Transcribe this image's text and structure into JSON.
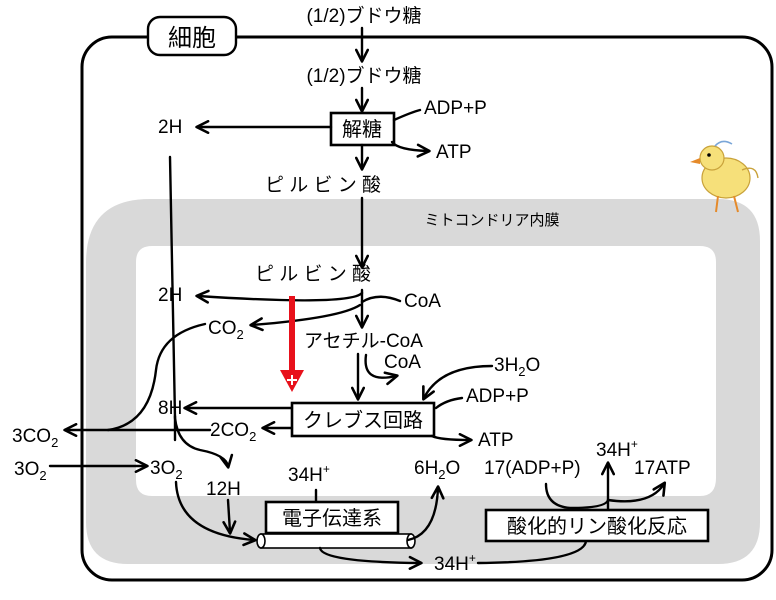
{
  "cell": {
    "title": "細胞"
  },
  "membrane": {
    "label": "ミトコンドリア内膜"
  },
  "labels": {
    "glucose_top": "(1/2)ブドウ糖",
    "glucose": "(1/2)ブドウ糖",
    "adp_p_glycolysis": "ADP+P",
    "atp_glycolysis": "ATP",
    "h2_glycolysis": "2H",
    "pyruvate_outer": "ピ ル ビ ン 酸",
    "pyruvate_inner": "ピ ル ビ ン 酸",
    "h2_matrix": "2H",
    "coa_in": "CoA",
    "co2_base": "CO",
    "co2_sub": "2",
    "acetyl_coa": "アセチル-CoA",
    "coa_out": "CoA",
    "h2o_in_base": "3H",
    "h2o_in_sub": "2",
    "h2o_in_tail": "O",
    "adp_p_krebs": "ADP+P",
    "h8": "8H",
    "co2x2_base": "2CO",
    "co2x2_sub": "2",
    "atp_krebs": "ATP",
    "co2x3_base": "3CO",
    "co2x3_sub": "2",
    "o2x3_left_base": "3O",
    "o2x3_left_sub": "2",
    "o2x3_right_base": "3O",
    "o2x3_right_sub": "2",
    "h12": "12H",
    "h34_inner_base": "34H",
    "h34_inner_sup": "+",
    "h2o_out_base": "6H",
    "h2o_out_sub": "2",
    "h2o_out_tail": "O",
    "adp_p_17": "17(ADP+P)",
    "h34_right_base": "34H",
    "h34_right_sup": "+",
    "atp_17": "17ATP",
    "h34_bottom_base": "34H",
    "h34_bottom_sup": "+"
  },
  "boxes": {
    "glycolysis": "解糖",
    "krebs": "クレブス回路",
    "electron_transport": "電子伝達系",
    "oxidative_phosphorylation": "酸化的リン酸化反応"
  },
  "colors": {
    "membrane_band": "#d9d9d9",
    "red_arrow": "#e8111b",
    "stroke": "#000000"
  },
  "icons": {
    "mascot": "chick-icon",
    "blocker": "plus-icon"
  }
}
